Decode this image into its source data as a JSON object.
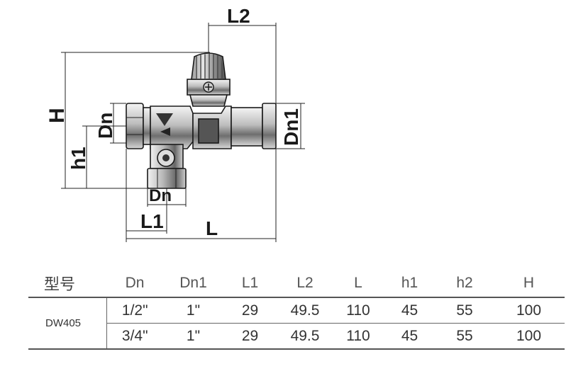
{
  "drawing": {
    "dimensions": {
      "L2": "L2",
      "H": "H",
      "Dn_left": "Dn",
      "h1": "h1",
      "Dn_bottom": "Dn",
      "L1": "L1",
      "L": "L",
      "Dn1": "Dn1"
    }
  },
  "table": {
    "headers": [
      "型号",
      "Dn",
      "Dn1",
      "L1",
      "L2",
      "L",
      "h1",
      "h2",
      "H"
    ],
    "model": "DW405",
    "rows": [
      [
        "1/2\"",
        "1\"",
        "29",
        "49.5",
        "110",
        "45",
        "55",
        "100"
      ],
      [
        "3/4\"",
        "1\"",
        "29",
        "49.5",
        "110",
        "45",
        "55",
        "100"
      ]
    ]
  }
}
